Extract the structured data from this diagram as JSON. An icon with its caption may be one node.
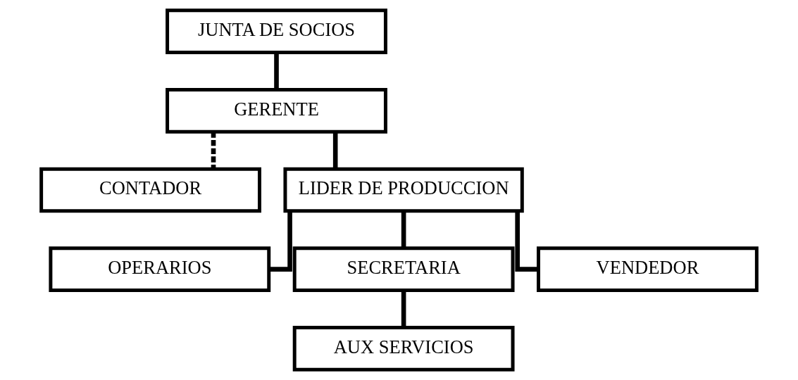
{
  "diagram": {
    "nodes": [
      {
        "text": [
          "JUNTA DE SOCIOS"
        ]
      },
      {
        "text": [
          "GERENTE"
        ]
      },
      {
        "text": [
          "CONTADOR"
        ]
      },
      {
        "text": [
          "LIDER DE PRODUCCION"
        ]
      },
      {
        "text": [
          "OPERARIOS"
        ]
      },
      {
        "text": [
          "SECRETARIA"
        ]
      },
      {
        "text": [
          "VENDEDOR"
        ]
      },
      {
        "text": [
          "AUX SERVICIOS"
        ]
      }
    ],
    "edges": [
      {
        "from": 0,
        "to": 1,
        "arrow": "none"
      },
      {
        "from": 1,
        "to": 2,
        "arrow": "none",
        "style": "dashed"
      },
      {
        "from": 1,
        "to": 3,
        "arrow": "none"
      },
      {
        "from": 3,
        "to": 4,
        "arrow": "none"
      },
      {
        "from": 3,
        "to": 5,
        "arrow": "none"
      },
      {
        "from": 3,
        "to": 6,
        "arrow": "none"
      },
      {
        "from": 5,
        "to": 7,
        "arrow": "none"
      }
    ]
  }
}
